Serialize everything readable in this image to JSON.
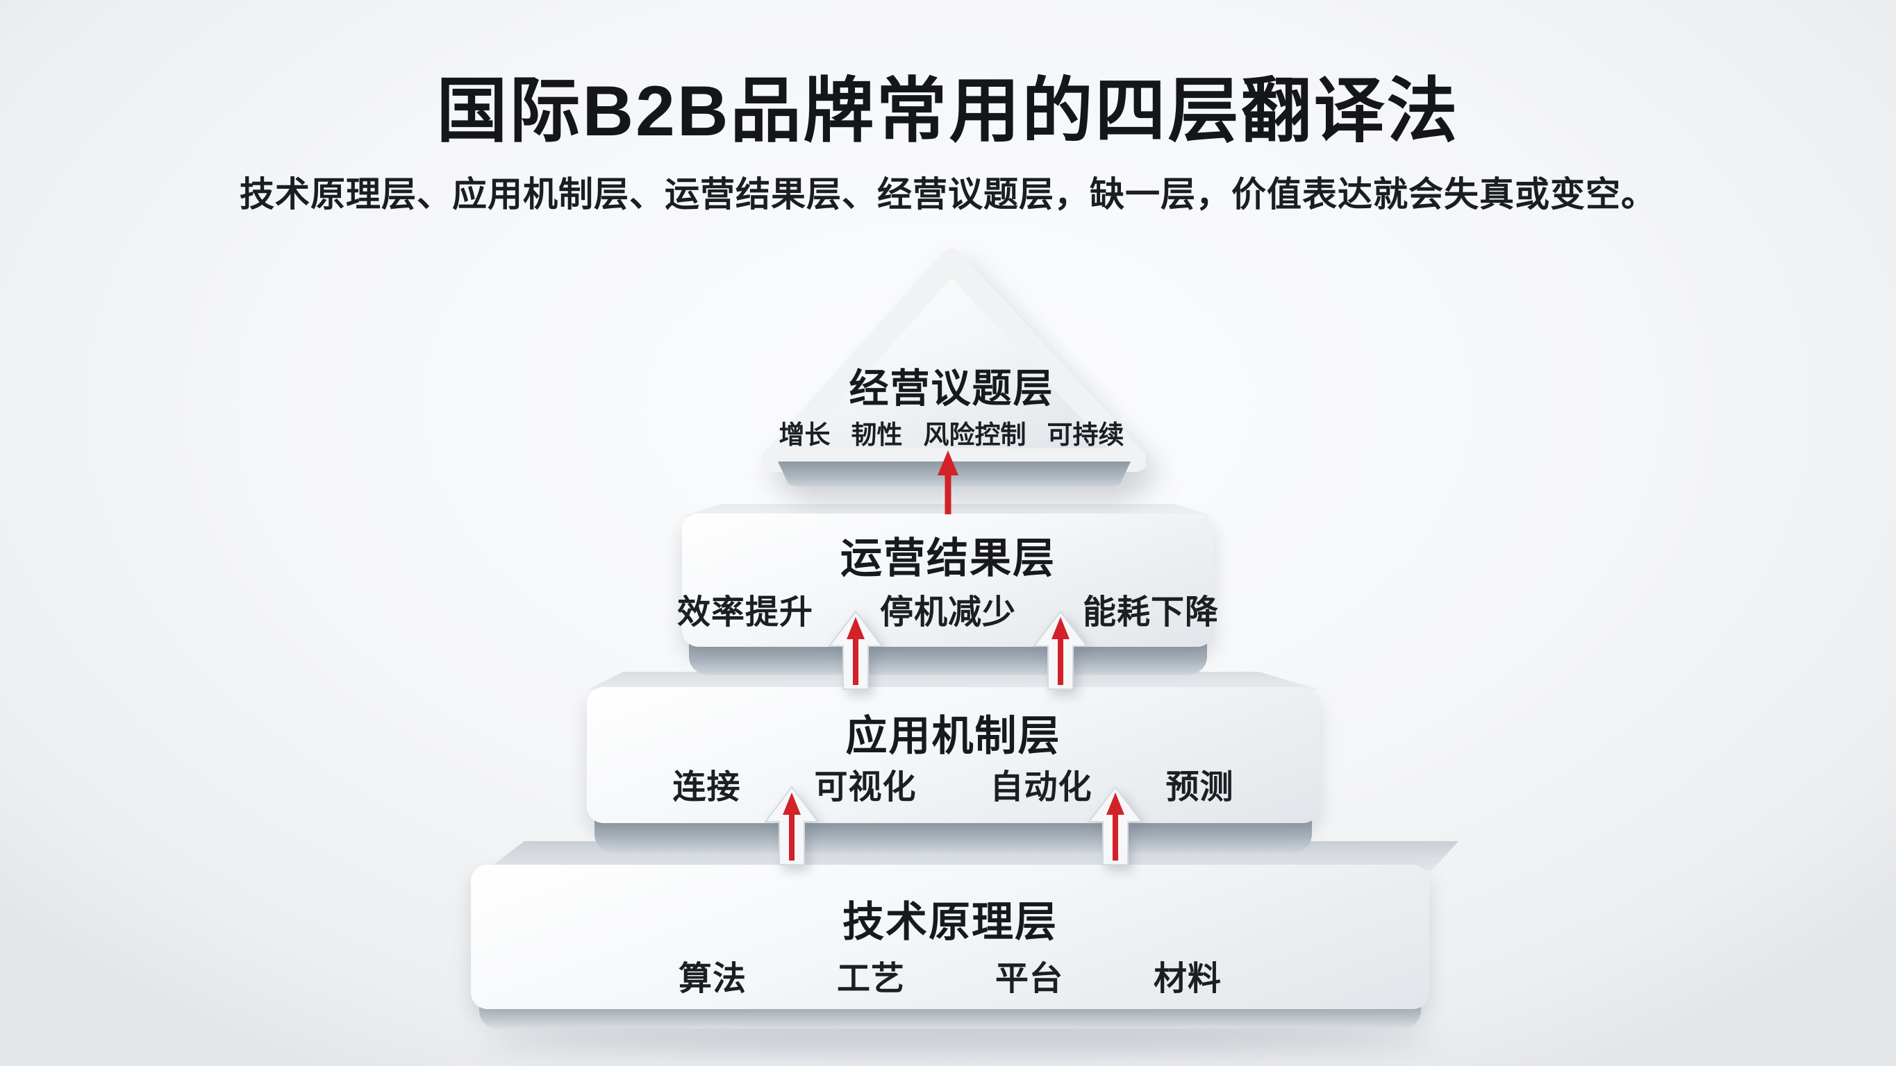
{
  "page": {
    "title": "国际B2B品牌常用的四层翻译法",
    "subtitle": "技术原理层、应用机制层、运营结果层、经营议题层，缺一层，价值表达就会失真或变空。"
  },
  "colors": {
    "arrow_red": "#d22128",
    "text": "#17191d",
    "slab_light": "#ffffff",
    "slab_dark": "#e2e6ea",
    "edge_dark": "#8f99a4",
    "background": "#f5f6f8"
  },
  "pyramid": {
    "layers": [
      {
        "id": "business-topic-layer",
        "title": "经营议题层",
        "items": [
          "增长",
          "韧性",
          "风险控制",
          "可持续"
        ]
      },
      {
        "id": "operational-result-layer",
        "title": "运营结果层",
        "items": [
          "效率提升",
          "停机减少",
          "能耗下降"
        ]
      },
      {
        "id": "application-mechanism-layer",
        "title": "应用机制层",
        "items": [
          "连接",
          "可视化",
          "自动化",
          "预测"
        ]
      },
      {
        "id": "technical-principle-layer",
        "title": "技术原理层",
        "items": [
          "算法",
          "工艺",
          "平台",
          "材料"
        ]
      }
    ]
  }
}
